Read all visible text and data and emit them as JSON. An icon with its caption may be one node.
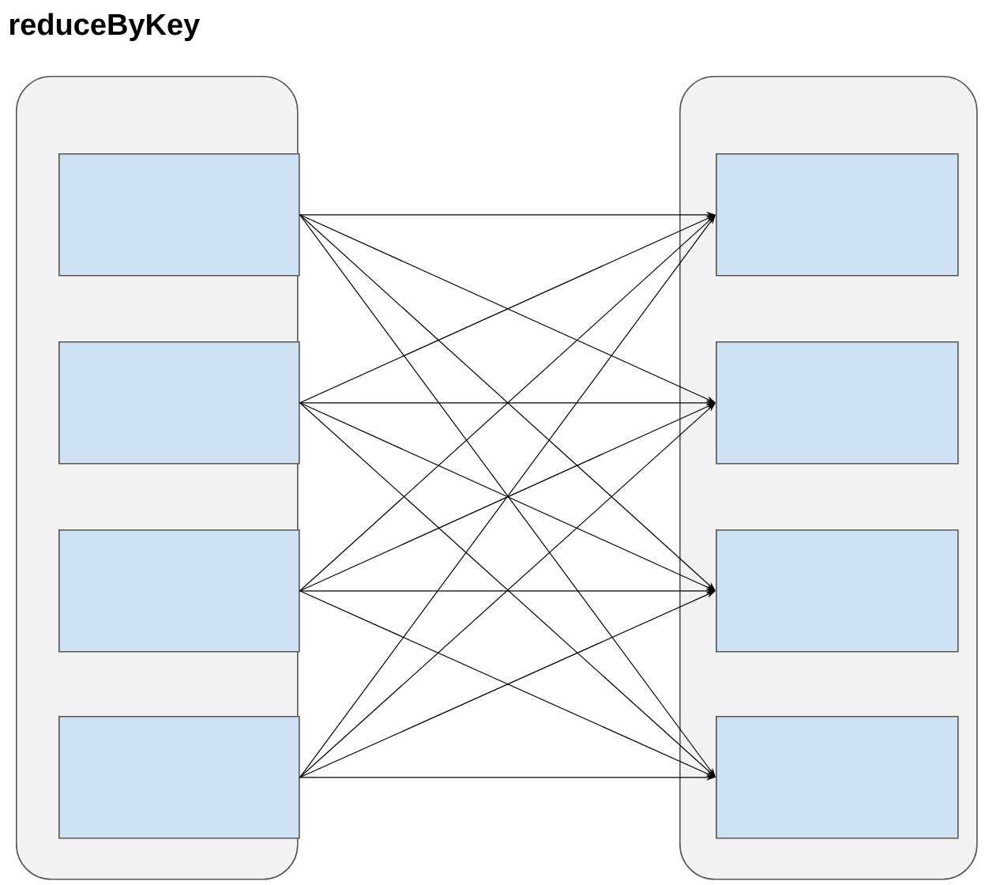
{
  "diagram": {
    "title": "reduceByKey",
    "nodes": [
      {
        "text": [],
        "shape": "box"
      },
      {
        "text": [],
        "shape": "box",
        "in": 0
      },
      {
        "text": [],
        "shape": "box",
        "in": 0
      },
      {
        "text": [],
        "shape": "box",
        "in": 0
      },
      {
        "text": [],
        "shape": "box",
        "in": 0
      },
      {
        "text": [],
        "shape": "box"
      },
      {
        "text": [],
        "shape": "box",
        "in": 5
      },
      {
        "text": [],
        "shape": "box",
        "in": 5
      },
      {
        "text": [],
        "shape": "box",
        "in": 5
      },
      {
        "text": [],
        "shape": "box",
        "in": 5
      }
    ],
    "edges": [
      {
        "from": 1,
        "to": 6,
        "arrow": "to"
      },
      {
        "from": 1,
        "to": 7,
        "arrow": "to"
      },
      {
        "from": 1,
        "to": 8,
        "arrow": "to"
      },
      {
        "from": 1,
        "to": 9,
        "arrow": "to"
      },
      {
        "from": 2,
        "to": 6,
        "arrow": "to"
      },
      {
        "from": 2,
        "to": 7,
        "arrow": "to"
      },
      {
        "from": 2,
        "to": 8,
        "arrow": "to"
      },
      {
        "from": 2,
        "to": 9,
        "arrow": "to"
      },
      {
        "from": 3,
        "to": 6,
        "arrow": "to"
      },
      {
        "from": 3,
        "to": 7,
        "arrow": "to"
      },
      {
        "from": 3,
        "to": 8,
        "arrow": "to"
      },
      {
        "from": 3,
        "to": 9,
        "arrow": "to"
      },
      {
        "from": 4,
        "to": 6,
        "arrow": "to"
      },
      {
        "from": 4,
        "to": 7,
        "arrow": "to"
      },
      {
        "from": 4,
        "to": 8,
        "arrow": "to"
      },
      {
        "from": 4,
        "to": 9,
        "arrow": "to"
      }
    ]
  }
}
